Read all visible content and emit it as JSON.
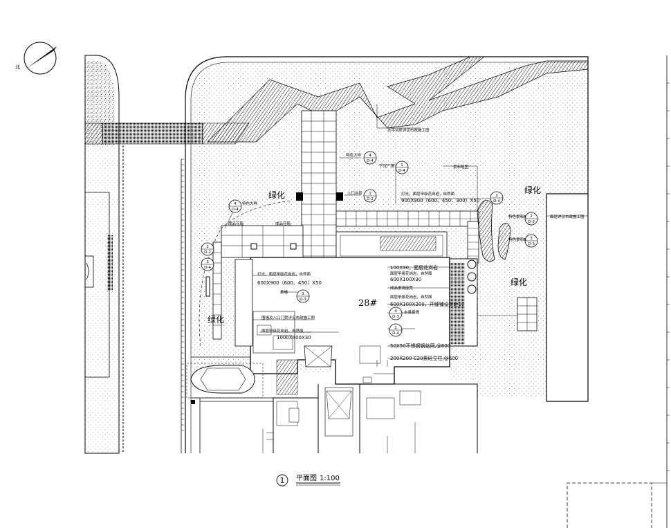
{
  "north": {
    "label": "北"
  },
  "building": {
    "label": "28#"
  },
  "greenery": [
    {
      "id": "g1",
      "text": "绿化"
    },
    {
      "id": "g2",
      "text": "绿化"
    },
    {
      "id": "g3",
      "text": "绿化"
    },
    {
      "id": "g4",
      "text": "绿化"
    }
  ],
  "callouts": [
    {
      "id": "c1",
      "top": "4",
      "bottom": "D-4"
    },
    {
      "id": "c2",
      "top": "1",
      "bottom": "D-4"
    },
    {
      "id": "c3",
      "top": "1",
      "bottom": "D-2"
    },
    {
      "id": "c4",
      "top": "4",
      "bottom": "D-4"
    },
    {
      "id": "c5",
      "top": "2",
      "bottom": "D-2"
    },
    {
      "id": "c6",
      "top": "3",
      "bottom": "D-4"
    },
    {
      "id": "c7",
      "top": "3",
      "bottom": "D-4"
    },
    {
      "id": "c8",
      "top": "2",
      "bottom": "D-3"
    },
    {
      "id": "c9",
      "top": "3",
      "bottom": "D-3"
    },
    {
      "id": "c10",
      "top": "1",
      "bottom": "D-3"
    },
    {
      "id": "c11",
      "top": "4",
      "bottom": "D-3"
    },
    {
      "id": "c12",
      "top": "1",
      "bottom": "D-4"
    }
  ],
  "notes": {
    "n1": "水平台阶详见市政施工图",
    "n2": "特色大样",
    "n3": "下沉广场",
    "n4": "景石组团",
    "n5": "入口台阶",
    "n6": "灯光，面层甲级花岗岩，自然面",
    "n7": "900X900（600、450、300）X50",
    "n8": "特色大样",
    "n9": "成品花箱",
    "n10": "成品花箱",
    "n11": "特色景石A",
    "n12": "特色景石B",
    "n13": "面层详见市政施工图",
    "n14": "100X30，面层花岗岩",
    "n15": "面层甲级花岗岩，自然面",
    "n16": "600X100X30",
    "n17": "成品景观座凳",
    "n18": "面层甲级花岗岩，自然面",
    "n19": "600X100X200，开缝铺设宽距10",
    "n20": "水景景墙",
    "n21": "灯光，面层甲级花岗岩，自然面",
    "n22": "600X900（600、450）X50",
    "n23": "景墙",
    "n24": "围墙及入口门禁详见市政施工图",
    "n25": "面层甲级花岗岩，自然面",
    "n26": "1000X400X30",
    "n27": "50X50不锈钢钢丝网,@600",
    "n28": "200X200 C20素砼立柱,@600"
  },
  "title": {
    "num": "1",
    "text": "平面图",
    "scale": "1:100"
  }
}
